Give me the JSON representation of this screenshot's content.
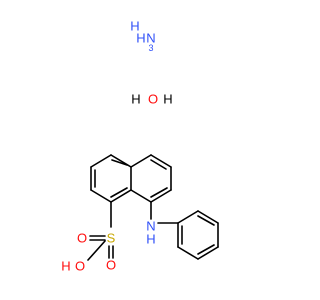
{
  "colors": {
    "bond": "#000000",
    "nitrogen": "#3050f8",
    "oxygen": "#ff0d0d",
    "sulfur": "#c8a800",
    "background": "#ffffff"
  },
  "molecules": {
    "ammonia": {
      "h_label": "H",
      "n_label": "N",
      "sub_label": "3",
      "h_left_label": "H"
    },
    "water": {
      "h_label": "H",
      "o_label": "O",
      "h2_label": "H"
    },
    "main": {
      "s_label": "S",
      "o_top_label": "O",
      "o_bottom_label": "O",
      "o_oh_label": "O",
      "h_oh_label": "H",
      "n_label": "N",
      "h_nh_label": "H"
    }
  }
}
